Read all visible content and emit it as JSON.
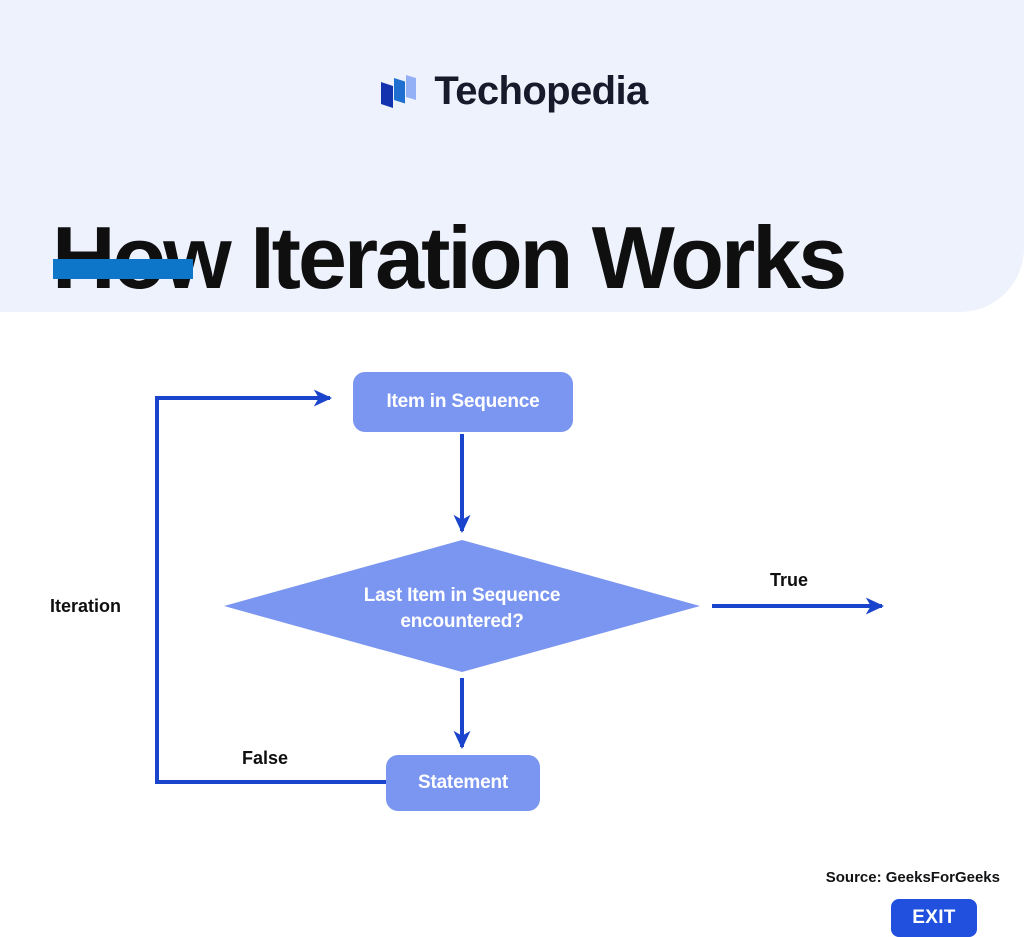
{
  "header": {
    "brand_name": "Techopedia",
    "brand_mark_icon": "techopedia-layers-logo",
    "title": "How Iteration Works",
    "accent_color": "#0d76c8",
    "background_color": "#eef2fd"
  },
  "flowchart": {
    "type": "flowchart",
    "theme": {
      "node_fill": "#7b96f0",
      "exit_fill": "#2050dd",
      "connector_color": "#1b44cc",
      "node_text_color": "#ffffff",
      "label_text_color": "#0f0f10"
    },
    "nodes": [
      {
        "id": "item",
        "shape": "process",
        "label": "Item in Sequence"
      },
      {
        "id": "decision",
        "shape": "decision",
        "label": "Last Item in Sequence\nencountered?",
        "line1": "Last Item in Sequence",
        "line2": "encountered?"
      },
      {
        "id": "statement",
        "shape": "process",
        "label": "Statement"
      },
      {
        "id": "exit",
        "shape": "terminator",
        "label": "EXIT"
      }
    ],
    "edges": [
      {
        "from": "item",
        "to": "decision",
        "label": ""
      },
      {
        "from": "decision",
        "to": "exit",
        "label": "True"
      },
      {
        "from": "decision",
        "to": "statement",
        "label": "False"
      },
      {
        "from": "statement",
        "to": "item",
        "label": "Iteration"
      }
    ],
    "edge_labels": {
      "iteration": "Iteration",
      "true": "True",
      "false": "False"
    }
  },
  "footer": {
    "source": "Source: GeeksForGeeks"
  }
}
